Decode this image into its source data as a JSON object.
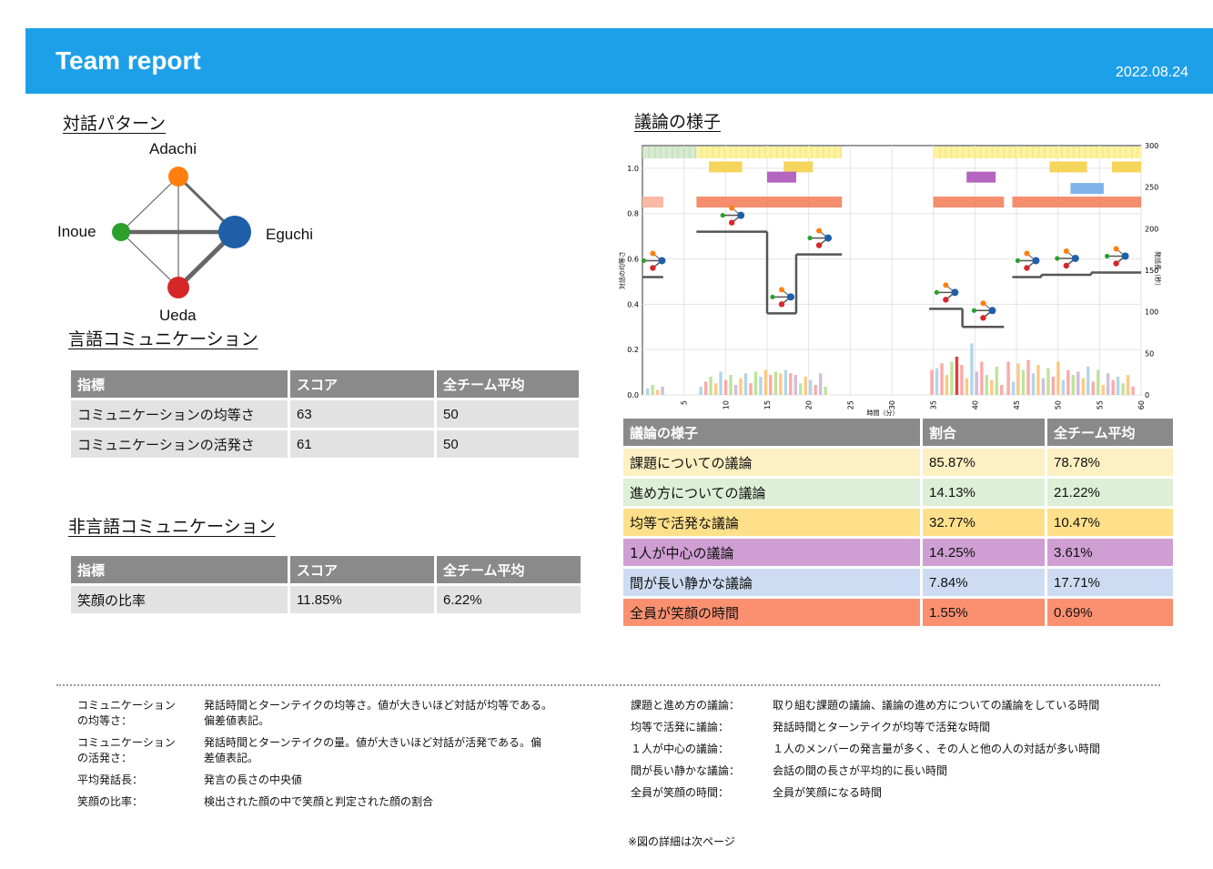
{
  "header": {
    "title": "Team report",
    "date": "2022.08.24"
  },
  "pattern": {
    "title": "対話パターン",
    "nodes": [
      {
        "name": "Adachi",
        "color": "#ff7f0e"
      },
      {
        "name": "Eguchi",
        "color": "#1f5fa8"
      },
      {
        "name": "Ueda",
        "color": "#d62728"
      },
      {
        "name": "Inoue",
        "color": "#2ca02c"
      }
    ]
  },
  "verbal": {
    "title": "言語コミュニケーション",
    "headers": [
      "指標",
      "スコア",
      "全チーム平均"
    ],
    "rows": [
      [
        "コミュニケーションの均等さ",
        "63",
        "50"
      ],
      [
        "コミュニケーションの活発さ",
        "61",
        "50"
      ]
    ]
  },
  "nonverbal": {
    "title": "非言語コミュニケーション",
    "headers": [
      "指標",
      "スコア",
      "全チーム平均"
    ],
    "rows": [
      [
        "笑顔の比率",
        "11.85%",
        "6.22%"
      ]
    ]
  },
  "discussion": {
    "title": "議論の様子",
    "headers": [
      "議論の様子",
      "割合",
      "全チーム平均"
    ],
    "rows": [
      {
        "label": "課題についての議論",
        "share": "85.87%",
        "avg": "78.78%",
        "color": "#fdf0c2"
      },
      {
        "label": "進め方についての議論",
        "share": "14.13%",
        "avg": "21.22%",
        "color": "#ddefd6"
      },
      {
        "label": "均等で活発な議論",
        "share": "32.77%",
        "avg": "10.47%",
        "color": "#ffe08a"
      },
      {
        "label": "1人が中心の議論",
        "share": "14.25%",
        "avg": "3.61%",
        "color": "#cf9fd3"
      },
      {
        "label": "間が長い静かな議論",
        "share": "7.84%",
        "avg": "17.71%",
        "color": "#cddcf2"
      },
      {
        "label": "全員が笑顔の時間",
        "share": "1.55%",
        "avg": "0.69%",
        "color": "#fb9071"
      }
    ]
  },
  "chart_data": {
    "type": "line",
    "xlabel": "時間（分）",
    "ylabel": "対話の均等さ",
    "y2label": "発話長（秒）",
    "xlim": [
      0,
      60
    ],
    "ylim": [
      0,
      1.1
    ],
    "y2lim": [
      0,
      300
    ],
    "xticks": [
      5,
      10,
      15,
      20,
      25,
      30,
      35,
      40,
      45,
      50,
      55,
      60
    ],
    "yticks": [
      "0.0",
      "0.2",
      "0.4",
      "0.6",
      "0.8",
      "1.0"
    ],
    "y2ticks": [
      "0",
      "50",
      "100",
      "150",
      "200",
      "250",
      "300"
    ],
    "equality_segments": [
      {
        "x0": 0,
        "x1": 2.5,
        "y": 0.52
      },
      {
        "x0": 6.5,
        "x1": 15,
        "y": 0.72
      },
      {
        "x0": 15,
        "x1": 18.5,
        "y": 0.36
      },
      {
        "x0": 18.5,
        "x1": 24,
        "y": 0.62
      },
      {
        "x0": 34.5,
        "x1": 38.5,
        "y": 0.38
      },
      {
        "x0": 38.5,
        "x1": 43.5,
        "y": 0.3
      },
      {
        "x0": 44.5,
        "x1": 48,
        "y": 0.52
      },
      {
        "x0": 48,
        "x1": 54,
        "y": 0.53
      },
      {
        "x0": 54,
        "x1": 60,
        "y": 0.54
      }
    ],
    "speech_bars": [
      {
        "x": 0.6,
        "h": 8,
        "color": "#a6cee3"
      },
      {
        "x": 1.2,
        "h": 12,
        "color": "#b2df8a"
      },
      {
        "x": 1.8,
        "h": 6,
        "color": "#fdbf6f"
      },
      {
        "x": 2.4,
        "h": 10,
        "color": "#cab2d6"
      },
      {
        "x": 7.0,
        "h": 10,
        "color": "#a6cee3"
      },
      {
        "x": 7.6,
        "h": 16,
        "color": "#fb9a99"
      },
      {
        "x": 8.2,
        "h": 22,
        "color": "#b2df8a"
      },
      {
        "x": 8.8,
        "h": 14,
        "color": "#fdbf6f"
      },
      {
        "x": 9.4,
        "h": 28,
        "color": "#a6cee3"
      },
      {
        "x": 10.0,
        "h": 18,
        "color": "#fb9a99"
      },
      {
        "x": 10.6,
        "h": 24,
        "color": "#b2df8a"
      },
      {
        "x": 11.2,
        "h": 12,
        "color": "#cab2d6"
      },
      {
        "x": 11.8,
        "h": 20,
        "color": "#fdbf6f"
      },
      {
        "x": 12.4,
        "h": 26,
        "color": "#a6cee3"
      },
      {
        "x": 13.0,
        "h": 14,
        "color": "#fb9a99"
      },
      {
        "x": 13.6,
        "h": 28,
        "color": "#b2df8a"
      },
      {
        "x": 14.2,
        "h": 22,
        "color": "#a6cee3"
      },
      {
        "x": 14.8,
        "h": 30,
        "color": "#fdbf6f"
      },
      {
        "x": 15.4,
        "h": 24,
        "color": "#fb9a99"
      },
      {
        "x": 16.0,
        "h": 28,
        "color": "#b2df8a"
      },
      {
        "x": 16.6,
        "h": 26,
        "color": "#fdbf6f"
      },
      {
        "x": 17.2,
        "h": 30,
        "color": "#a6cee3"
      },
      {
        "x": 17.8,
        "h": 26,
        "color": "#fb9a99"
      },
      {
        "x": 18.4,
        "h": 24,
        "color": "#cab2d6"
      },
      {
        "x": 19.0,
        "h": 14,
        "color": "#b2df8a"
      },
      {
        "x": 19.6,
        "h": 22,
        "color": "#fdbf6f"
      },
      {
        "x": 20.2,
        "h": 18,
        "color": "#a6cee3"
      },
      {
        "x": 20.8,
        "h": 12,
        "color": "#fb9a99"
      },
      {
        "x": 21.4,
        "h": 26,
        "color": "#cab2d6"
      },
      {
        "x": 22.0,
        "h": 10,
        "color": "#b2df8a"
      },
      {
        "x": 34.8,
        "h": 30,
        "color": "#fb9a99"
      },
      {
        "x": 35.4,
        "h": 32,
        "color": "#a6cee3"
      },
      {
        "x": 36.0,
        "h": 38,
        "color": "#fb9a99"
      },
      {
        "x": 36.6,
        "h": 24,
        "color": "#fdbf6f"
      },
      {
        "x": 37.2,
        "h": 40,
        "color": "#b2df8a"
      },
      {
        "x": 37.8,
        "h": 46,
        "color": "#e31a1c"
      },
      {
        "x": 38.4,
        "h": 36,
        "color": "#fb9a99"
      },
      {
        "x": 39.0,
        "h": 20,
        "color": "#fdbf6f"
      },
      {
        "x": 39.6,
        "h": 62,
        "color": "#a6cee3"
      },
      {
        "x": 40.2,
        "h": 28,
        "color": "#cab2d6"
      },
      {
        "x": 40.8,
        "h": 40,
        "color": "#fb9a99"
      },
      {
        "x": 41.4,
        "h": 24,
        "color": "#b2df8a"
      },
      {
        "x": 42.0,
        "h": 18,
        "color": "#fdbf6f"
      },
      {
        "x": 42.6,
        "h": 34,
        "color": "#b2df8a"
      },
      {
        "x": 43.2,
        "h": 12,
        "color": "#fb9a99"
      },
      {
        "x": 44.0,
        "h": 40,
        "color": "#fb9a99"
      },
      {
        "x": 44.6,
        "h": 16,
        "color": "#a6cee3"
      },
      {
        "x": 45.2,
        "h": 38,
        "color": "#fdbf6f"
      },
      {
        "x": 45.8,
        "h": 30,
        "color": "#b2df8a"
      },
      {
        "x": 46.4,
        "h": 42,
        "color": "#fb9a99"
      },
      {
        "x": 47.0,
        "h": 26,
        "color": "#a6cee3"
      },
      {
        "x": 47.6,
        "h": 36,
        "color": "#fdbf6f"
      },
      {
        "x": 48.2,
        "h": 20,
        "color": "#cab2d6"
      },
      {
        "x": 48.8,
        "h": 32,
        "color": "#b2df8a"
      },
      {
        "x": 49.4,
        "h": 22,
        "color": "#fb9a99"
      },
      {
        "x": 50.0,
        "h": 40,
        "color": "#fdbf6f"
      },
      {
        "x": 50.6,
        "h": 18,
        "color": "#a6cee3"
      },
      {
        "x": 51.2,
        "h": 30,
        "color": "#fb9a99"
      },
      {
        "x": 51.8,
        "h": 24,
        "color": "#b2df8a"
      },
      {
        "x": 52.4,
        "h": 28,
        "color": "#cab2d6"
      },
      {
        "x": 53.0,
        "h": 20,
        "color": "#fdbf6f"
      },
      {
        "x": 53.6,
        "h": 34,
        "color": "#a6cee3"
      },
      {
        "x": 54.2,
        "h": 16,
        "color": "#fb9a99"
      },
      {
        "x": 54.8,
        "h": 30,
        "color": "#b2df8a"
      },
      {
        "x": 55.4,
        "h": 12,
        "color": "#fdbf6f"
      },
      {
        "x": 56.0,
        "h": 26,
        "color": "#cab2d6"
      },
      {
        "x": 56.6,
        "h": 18,
        "color": "#fb9a99"
      },
      {
        "x": 57.2,
        "h": 22,
        "color": "#a6cee3"
      },
      {
        "x": 57.8,
        "h": 14,
        "color": "#b2df8a"
      },
      {
        "x": 58.4,
        "h": 24,
        "color": "#fdbf6f"
      },
      {
        "x": 59.0,
        "h": 10,
        "color": "#fb9a99"
      }
    ],
    "bands": {
      "topic": [
        [
          0,
          2.5,
          "#d9ead3"
        ],
        [
          6.5,
          24,
          "#fff3a0"
        ],
        [
          35,
          60,
          "#fff3a0"
        ],
        [
          2.5,
          6.5,
          "#d9ead3"
        ]
      ],
      "active": [
        [
          8,
          12
        ],
        [
          17,
          20.5
        ],
        [
          49,
          53.5
        ],
        [
          56.5,
          60
        ]
      ],
      "central": [
        [
          15,
          18.5
        ],
        [
          39,
          42.5
        ]
      ],
      "quiet": [
        [
          51.5,
          55.5
        ]
      ],
      "smile": [
        [
          6.5,
          24
        ],
        [
          35,
          43.5
        ],
        [
          44.5,
          60
        ]
      ]
    }
  },
  "glossary": {
    "left": [
      {
        "key": "コミュニケーション\nの均等さ：",
        "val": "発話時間とターンテイクの均等さ。値が大きいほど対話が均等である。\n偏差値表記。"
      },
      {
        "key": "コミュニケーション\nの活発さ：",
        "val": "発話時間とターンテイクの量。値が大きいほど対話が活発である。偏\n差値表記。"
      },
      {
        "key": "平均発話長：",
        "val": "発言の長さの中央値"
      },
      {
        "key": "笑顔の比率：",
        "val": "検出された顔の中で笑顔と判定された顔の割合"
      }
    ],
    "right": [
      {
        "key": "課題と進め方の議論：",
        "val": "取り組む課題の議論、議論の進め方についての議論をしている時間"
      },
      {
        "key": "均等で活発に議論：",
        "val": "発話時間とターンテイクが均等で活発な時間"
      },
      {
        "key": "１人が中心の議論：",
        "val": "１人のメンバーの発言量が多く、その人と他の人の対話が多い時間"
      },
      {
        "key": "間が長い静かな議論：",
        "val": "会話の間の長さが平均的に長い時間"
      },
      {
        "key": "全員が笑顔の時間：",
        "val": "全員が笑顔になる時間"
      }
    ],
    "note": "※図の詳細は次ページ"
  }
}
